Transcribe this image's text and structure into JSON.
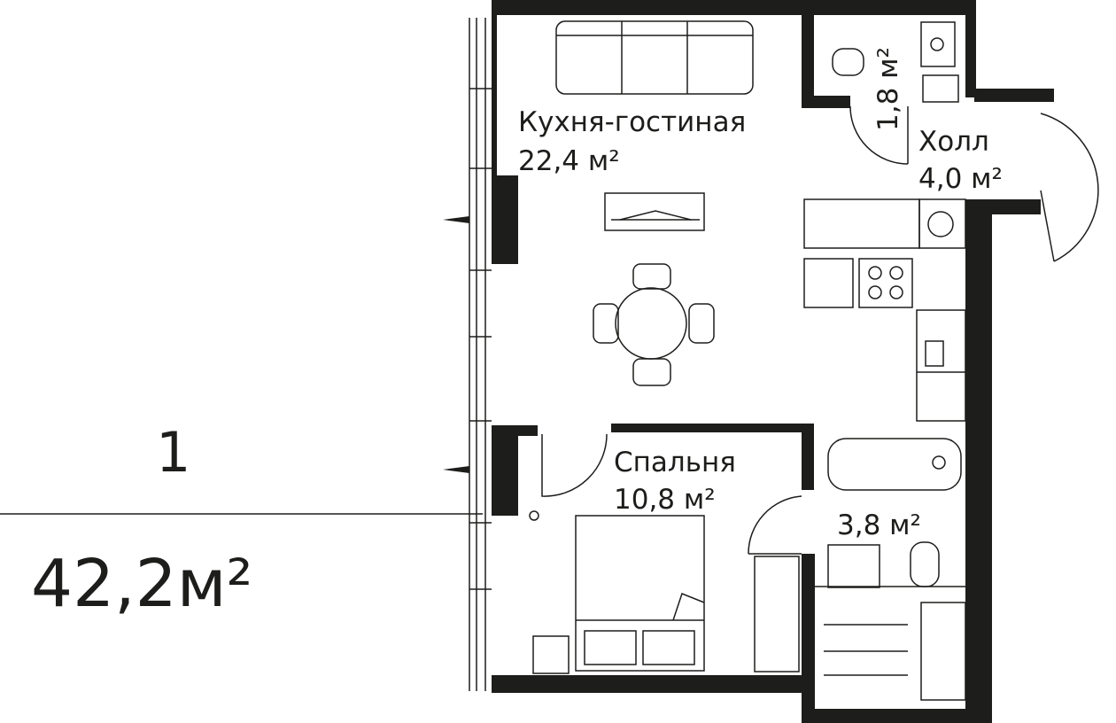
{
  "apartment": {
    "rooms_count": "1",
    "total_area": "42,2м²"
  },
  "rooms": {
    "kitchen_living": {
      "name": "Кухня-гостиная",
      "area": "22,4 м²"
    },
    "bathroom_small": {
      "area": "1,8 м²"
    },
    "hall": {
      "name": "Холл",
      "area": "4,0 м²"
    },
    "bedroom": {
      "name": "Спальня",
      "area": "10,8 м²"
    },
    "bathroom": {
      "area": "3,8 м²"
    }
  },
  "colors": {
    "wall": "#1d1d1b",
    "line": "#1d1d1b",
    "background": "#ffffff"
  }
}
